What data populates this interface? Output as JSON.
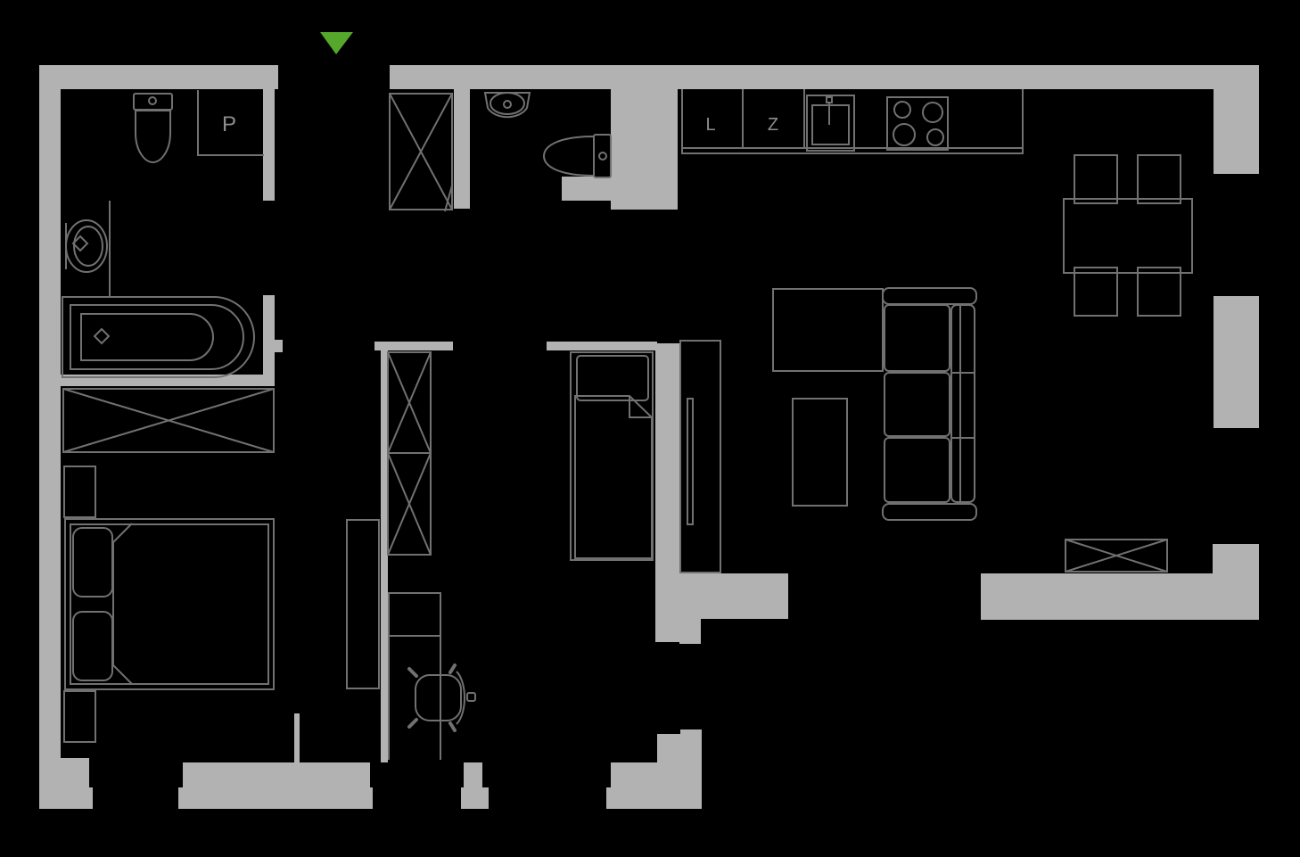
{
  "plan": {
    "type": "apartment-floor-plan",
    "background": "#000000"
  },
  "colors": {
    "wall": "#b2b2b2",
    "line": "#717171",
    "arrow": "#55a82b",
    "label": "#8d8d8d"
  },
  "labels": {
    "p": "P",
    "l": "L",
    "z": "Z"
  },
  "icons": {
    "entrance_arrow": "entrance-direction-triangle"
  }
}
